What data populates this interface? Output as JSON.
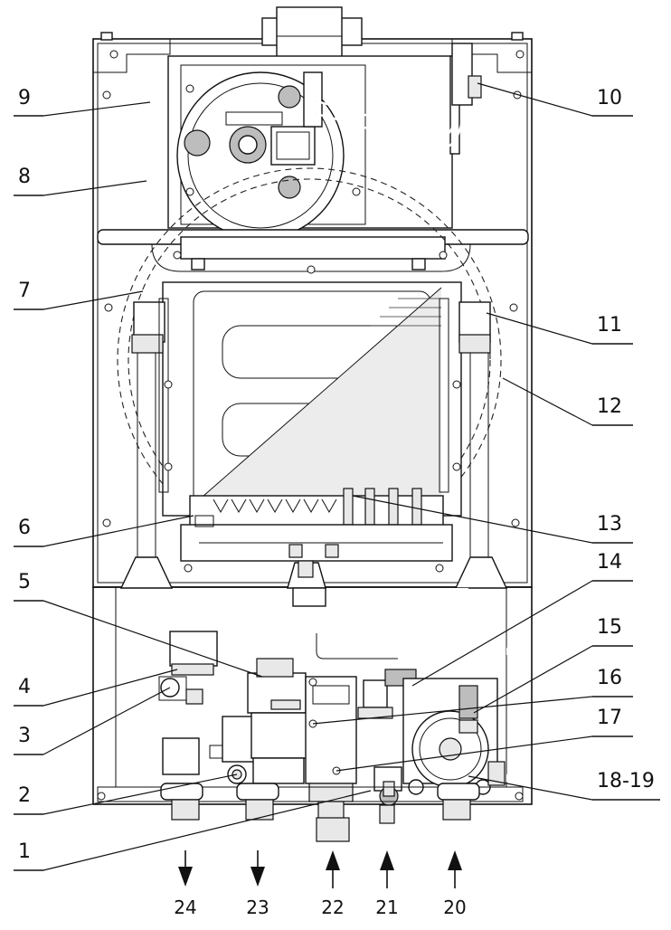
{
  "callouts": {
    "left": [
      "9",
      "8",
      "7",
      "6",
      "5",
      "4",
      "3",
      "2",
      "1"
    ],
    "right": [
      "10",
      "11",
      "12",
      "13",
      "14",
      "15",
      "16",
      "17",
      "18-19"
    ]
  },
  "connections": [
    "24",
    "23",
    "22",
    "21",
    "20"
  ]
}
